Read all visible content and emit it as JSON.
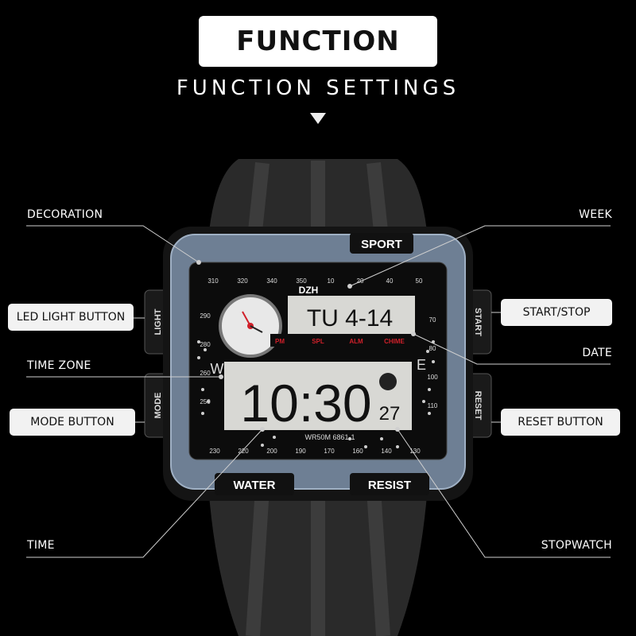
{
  "header": {
    "title": "FUNCTION",
    "subtitle": "FUNCTION SETTINGS"
  },
  "labels": {
    "decoration": "DECORATION",
    "week": "WEEK",
    "led_light_button": "LED LIGHT BUTTON",
    "start_stop": "START/STOP",
    "time_zone": "TIME ZONE",
    "date": "DATE",
    "mode_button": "MODE BUTTON",
    "reset_button": "RESET BUTTON",
    "time": "TIME",
    "stopwatch": "STOPWATCH"
  },
  "watch": {
    "brand": "DZH",
    "bezel_top": "SPORT",
    "bezel_bottom_left": "WATER",
    "bezel_bottom_right": "RESIST",
    "side_left_top": "LIGHT",
    "side_left_bottom": "MODE",
    "side_right_top": "START",
    "side_right_bottom": "RESET",
    "model": "WR50M 6861-1",
    "indicators": [
      "PM",
      "SPL",
      "ALM",
      "CHIME"
    ],
    "upper_display": "TU 4-14",
    "main_time": "10:30",
    "seconds": "27",
    "left_marker": "W",
    "right_marker": "E",
    "scale_top": [
      "310",
      "320",
      "340",
      "350",
      "10",
      "20",
      "40",
      "50"
    ],
    "scale_bottom": [
      "230",
      "220",
      "200",
      "190",
      "170",
      "160",
      "140",
      "130"
    ],
    "scale_left": [
      "290",
      "280",
      "260",
      "250"
    ],
    "scale_right": [
      "70",
      "80",
      "100",
      "110"
    ]
  },
  "colors": {
    "background": "#000000",
    "bezel": "#6e7f94",
    "indicator_red": "#d0202a",
    "lcd": "#d8d8d4"
  }
}
